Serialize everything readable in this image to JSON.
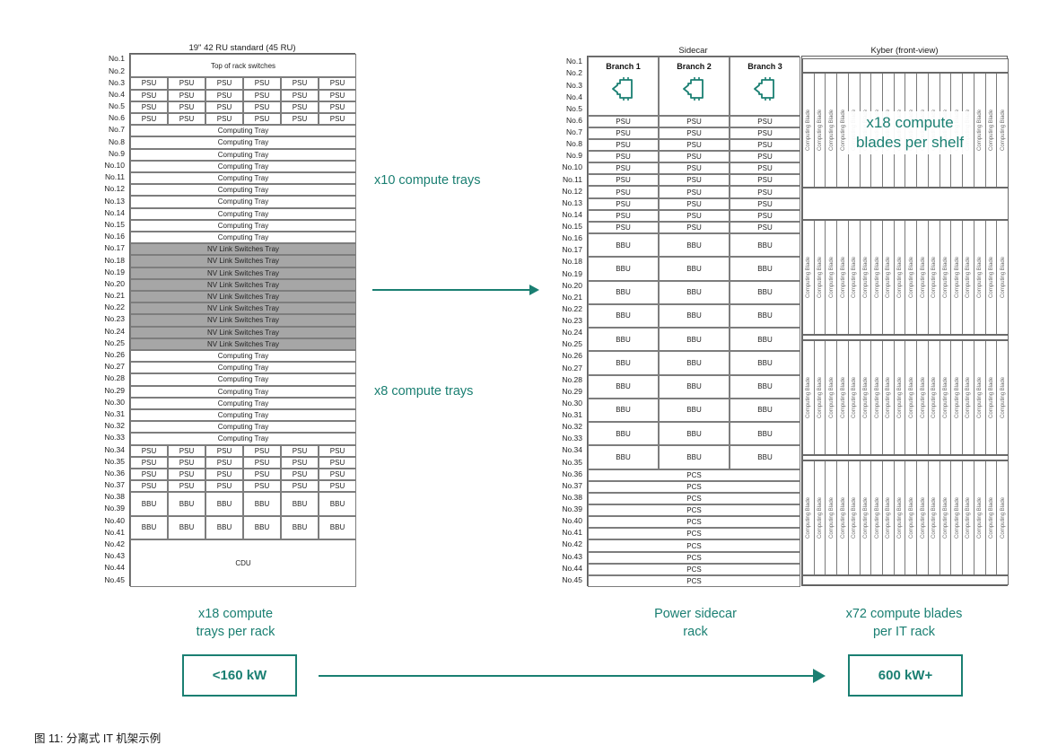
{
  "figure": {
    "caption": "图 11: 分离式 IT 机架示例"
  },
  "racks": {
    "it_rack": {
      "title": "19\" 42 RU standard (45 RU)",
      "ru_count": 45,
      "ru_label_prefix": "No.",
      "columns": 6,
      "rows": [
        {
          "label": "Top of rack switches",
          "start": 1,
          "span": 2,
          "type": "full",
          "shaded": false
        },
        {
          "label": "PSU",
          "start": 3,
          "span": 1,
          "type": "split6",
          "shaded": false
        },
        {
          "label": "PSU",
          "start": 4,
          "span": 1,
          "type": "split6",
          "shaded": false
        },
        {
          "label": "PSU",
          "start": 5,
          "span": 1,
          "type": "split6",
          "shaded": false
        },
        {
          "label": "PSU",
          "start": 6,
          "span": 1,
          "type": "split6",
          "shaded": false
        },
        {
          "label": "Computing Tray",
          "start": 7,
          "span": 1,
          "type": "full",
          "shaded": false
        },
        {
          "label": "Computing Tray",
          "start": 8,
          "span": 1,
          "type": "full",
          "shaded": false
        },
        {
          "label": "Computing Tray",
          "start": 9,
          "span": 1,
          "type": "full",
          "shaded": false
        },
        {
          "label": "Computing Tray",
          "start": 10,
          "span": 1,
          "type": "full",
          "shaded": false
        },
        {
          "label": "Computing Tray",
          "start": 11,
          "span": 1,
          "type": "full",
          "shaded": false
        },
        {
          "label": "Computing Tray",
          "start": 12,
          "span": 1,
          "type": "full",
          "shaded": false
        },
        {
          "label": "Computing Tray",
          "start": 13,
          "span": 1,
          "type": "full",
          "shaded": false
        },
        {
          "label": "Computing Tray",
          "start": 14,
          "span": 1,
          "type": "full",
          "shaded": false
        },
        {
          "label": "Computing Tray",
          "start": 15,
          "span": 1,
          "type": "full",
          "shaded": false
        },
        {
          "label": "Computing Tray",
          "start": 16,
          "span": 1,
          "type": "full",
          "shaded": false
        },
        {
          "label": "NV Link Switches Tray",
          "start": 17,
          "span": 1,
          "type": "full",
          "shaded": true
        },
        {
          "label": "NV Link Switches Tray",
          "start": 18,
          "span": 1,
          "type": "full",
          "shaded": true
        },
        {
          "label": "NV Link Switches Tray",
          "start": 19,
          "span": 1,
          "type": "full",
          "shaded": true
        },
        {
          "label": "NV Link Switches Tray",
          "start": 20,
          "span": 1,
          "type": "full",
          "shaded": true
        },
        {
          "label": "NV Link Switches Tray",
          "start": 21,
          "span": 1,
          "type": "full",
          "shaded": true
        },
        {
          "label": "NV Link Switches Tray",
          "start": 22,
          "span": 1,
          "type": "full",
          "shaded": true
        },
        {
          "label": "NV Link Switches Tray",
          "start": 23,
          "span": 1,
          "type": "full",
          "shaded": true
        },
        {
          "label": "NV Link Switches Tray",
          "start": 24,
          "span": 1,
          "type": "full",
          "shaded": true
        },
        {
          "label": "NV Link Switches Tray",
          "start": 25,
          "span": 1,
          "type": "full",
          "shaded": true
        },
        {
          "label": "Computing Tray",
          "start": 26,
          "span": 1,
          "type": "full",
          "shaded": false
        },
        {
          "label": "Computing Tray",
          "start": 27,
          "span": 1,
          "type": "full",
          "shaded": false
        },
        {
          "label": "Computing Tray",
          "start": 28,
          "span": 1,
          "type": "full",
          "shaded": false
        },
        {
          "label": "Computing Tray",
          "start": 29,
          "span": 1,
          "type": "full",
          "shaded": false
        },
        {
          "label": "Computing Tray",
          "start": 30,
          "span": 1,
          "type": "full",
          "shaded": false
        },
        {
          "label": "Computing Tray",
          "start": 31,
          "span": 1,
          "type": "full",
          "shaded": false
        },
        {
          "label": "Computing Tray",
          "start": 32,
          "span": 1,
          "type": "full",
          "shaded": false
        },
        {
          "label": "Computing Tray",
          "start": 33,
          "span": 1,
          "type": "full",
          "shaded": false
        },
        {
          "label": "PSU",
          "start": 34,
          "span": 1,
          "type": "split6",
          "shaded": false
        },
        {
          "label": "PSU",
          "start": 35,
          "span": 1,
          "type": "split6",
          "shaded": false
        },
        {
          "label": "PSU",
          "start": 36,
          "span": 1,
          "type": "split6",
          "shaded": false
        },
        {
          "label": "PSU",
          "start": 37,
          "span": 1,
          "type": "split6",
          "shaded": false
        },
        {
          "label": "BBU",
          "start": 38,
          "span": 2,
          "type": "split6",
          "shaded": false
        },
        {
          "label": "BBU",
          "start": 40,
          "span": 2,
          "type": "split6",
          "shaded": false
        },
        {
          "label": "CDU",
          "start": 42,
          "span": 4,
          "type": "full",
          "shaded": false
        }
      ]
    },
    "sidecar": {
      "title": "Sidecar",
      "ru_count": 45,
      "ru_label_prefix": "No.",
      "branches": [
        {
          "label": "Branch 1",
          "icon": "power-connector-icon"
        },
        {
          "label": "Branch 2",
          "icon": "power-connector-icon"
        },
        {
          "label": "Branch 3",
          "icon": "power-connector-icon"
        }
      ],
      "branch_header_start": 1,
      "branch_header_span": 5,
      "rows": [
        {
          "label": "PSU",
          "start": 6,
          "span": 1,
          "type": "split3"
        },
        {
          "label": "PSU",
          "start": 7,
          "span": 1,
          "type": "split3"
        },
        {
          "label": "PSU",
          "start": 8,
          "span": 1,
          "type": "split3"
        },
        {
          "label": "PSU",
          "start": 9,
          "span": 1,
          "type": "split3"
        },
        {
          "label": "PSU",
          "start": 10,
          "span": 1,
          "type": "split3"
        },
        {
          "label": "PSU",
          "start": 11,
          "span": 1,
          "type": "split3"
        },
        {
          "label": "PSU",
          "start": 12,
          "span": 1,
          "type": "split3"
        },
        {
          "label": "PSU",
          "start": 13,
          "span": 1,
          "type": "split3"
        },
        {
          "label": "PSU",
          "start": 14,
          "span": 1,
          "type": "split3"
        },
        {
          "label": "PSU",
          "start": 15,
          "span": 1,
          "type": "split3"
        },
        {
          "label": "BBU",
          "start": 16,
          "span": 2,
          "type": "split3"
        },
        {
          "label": "BBU",
          "start": 18,
          "span": 2,
          "type": "split3"
        },
        {
          "label": "BBU",
          "start": 20,
          "span": 2,
          "type": "split3"
        },
        {
          "label": "BBU",
          "start": 22,
          "span": 2,
          "type": "split3"
        },
        {
          "label": "BBU",
          "start": 24,
          "span": 2,
          "type": "split3"
        },
        {
          "label": "BBU",
          "start": 26,
          "span": 2,
          "type": "split3"
        },
        {
          "label": "BBU",
          "start": 28,
          "span": 2,
          "type": "split3"
        },
        {
          "label": "BBU",
          "start": 30,
          "span": 2,
          "type": "split3"
        },
        {
          "label": "BBU",
          "start": 32,
          "span": 2,
          "type": "split3"
        },
        {
          "label": "BBU",
          "start": 34,
          "span": 2,
          "type": "split3"
        },
        {
          "label": "PCS",
          "start": 36,
          "span": 1,
          "type": "full"
        },
        {
          "label": "PCS",
          "start": 37,
          "span": 1,
          "type": "full"
        },
        {
          "label": "PCS",
          "start": 38,
          "span": 1,
          "type": "full"
        },
        {
          "label": "PCS",
          "start": 39,
          "span": 1,
          "type": "full"
        },
        {
          "label": "PCS",
          "start": 40,
          "span": 1,
          "type": "full"
        },
        {
          "label": "PCS",
          "start": 41,
          "span": 1,
          "type": "full"
        },
        {
          "label": "PCS",
          "start": 42,
          "span": 1,
          "type": "full"
        },
        {
          "label": "PCS",
          "start": 43,
          "span": 1,
          "type": "full"
        },
        {
          "label": "PCS",
          "start": 44,
          "span": 1,
          "type": "full"
        },
        {
          "label": "PCS",
          "start": 45,
          "span": 1,
          "type": "full"
        }
      ]
    },
    "kyber": {
      "title": "Kyber (front-view)",
      "blade_label": "Computing Blade",
      "blades_per_shelf": 18,
      "shelves": 4,
      "overlay_note": "x18 compute\nblades per shelf"
    }
  },
  "annotations": {
    "compute_trays_upper": "x10 compute trays",
    "compute_trays_lower": "x8 compute trays",
    "trays_per_rack": "x18 compute\ntrays per rack",
    "sidecar_caption": "Power sidecar\nrack",
    "blades_per_it_rack": "x72 compute blades\nper IT rack",
    "power_low": "<160 kW",
    "power_high": "600 kW+"
  },
  "colors": {
    "teal": "#1a7f72",
    "shaded_slot": "#a6a6a6",
    "border": "#7d7d7d"
  }
}
